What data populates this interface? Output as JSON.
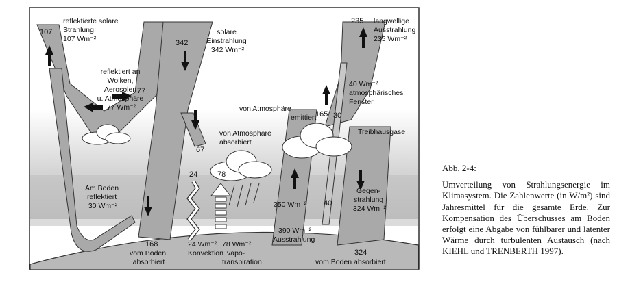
{
  "figure": {
    "reflected_solar_value": "107",
    "reflected_solar_label": [
      "reflektierte solare",
      "Strahlung",
      "107 Wm⁻²"
    ],
    "incoming_value": "342",
    "incoming_label": [
      "solare",
      "Einstrahlung",
      "342 Wm⁻²"
    ],
    "outgoing_lw_value": "235",
    "outgoing_lw_label": [
      "langwellige",
      "Ausstrahlung",
      "235 Wm⁻²"
    ],
    "reflected_clouds_label": [
      "reflektiert an",
      "Wolken,",
      "Aerosolen",
      "u. Atmosphäre",
      "77 Wm⁻²"
    ],
    "reflected_clouds_value": "77",
    "atmos_window_label": [
      "40 Wm⁻²",
      "atmosphärisches",
      "Fenster"
    ],
    "emitted_label": [
      "von Atmosphäre",
      "emittiert"
    ],
    "emitted_value": "165",
    "window_value_top": "30",
    "greenhouse_label": "Treibhausgase",
    "absorbed_atm_label": [
      "von Atmosphäre",
      "absorbiert"
    ],
    "absorbed_atm_value": "67",
    "convection_value": "24",
    "evapo_value": "78",
    "window_value_bottom": "40",
    "surface_emission_value": "350 Wm⁻²",
    "back_radiation_label": [
      "Gegen-",
      "strahlung",
      "324 Wm⁻²"
    ],
    "ground_reflected_label": [
      "Am Boden",
      "reflektiert",
      "30 Wm⁻²"
    ],
    "ground_absorbed_value": "168",
    "ground_absorbed_label": [
      "vom Boden",
      "absorbiert"
    ],
    "convection_label": [
      "24 Wm⁻²",
      "Konvektion"
    ],
    "evapo_label": [
      "78 Wm⁻²",
      "Evapo-",
      "transpiration"
    ],
    "surface_radiation_label": [
      "390 Wm⁻²",
      "Ausstrahlung"
    ],
    "back_absorbed_value": "324",
    "back_absorbed_label": "vom Boden absorbiert"
  },
  "caption": {
    "title": "Abb. 2-4:",
    "body": "Umverteilung von Strahlungsenergie im Klimasystem. Die Zahlenwerte (in W/m²) sind Jahresmittel für die gesamte Erde. Zur Kompensation des Überschusses am Boden erfolgt eine Abgabe von fühlbarer und latenter Wärme durch turbulenten Austausch (nach KIEHL und TRENBERTH 1997)."
  }
}
